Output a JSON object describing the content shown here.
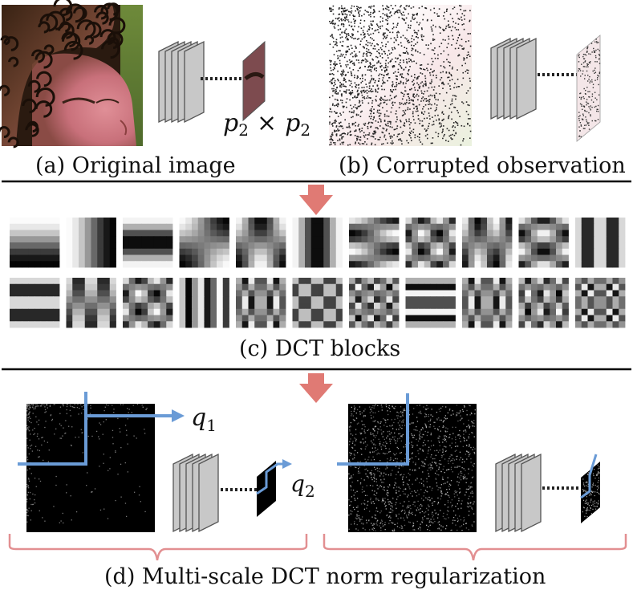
{
  "panels": {
    "a": {
      "caption": "(a) Original image",
      "patch_label": {
        "p": "p",
        "sub": "2",
        "times": "×"
      }
    },
    "b": {
      "caption": "(b)  Corrupted observation"
    },
    "c": {
      "caption": "(c) DCT blocks"
    },
    "d": {
      "caption": "(d) Multi-scale DCT norm regularization",
      "label_q1": {
        "q": "q",
        "sub": "1"
      },
      "label_q2": {
        "q": "q",
        "sub": "2"
      }
    }
  },
  "colors": {
    "arrow_down": "#e07a74",
    "blue_lines": "#6a9bd6",
    "brace": "#e28f91",
    "stack_fill": "#c8c8c8",
    "stack_stroke": "#555555",
    "divider": "#000000"
  },
  "dct_rows": [
    [
      [
        0,
        1
      ],
      [
        1,
        0
      ],
      [
        0,
        2
      ],
      [
        1,
        1
      ],
      [
        2,
        1
      ],
      [
        2,
        0
      ],
      [
        1,
        3
      ],
      [
        3,
        3
      ],
      [
        3,
        1
      ],
      [
        2,
        3
      ],
      [
        4,
        0
      ]
    ],
    [
      [
        0,
        4
      ],
      [
        4,
        1
      ],
      [
        3,
        3
      ],
      [
        5,
        0
      ],
      [
        6,
        2
      ],
      [
        4,
        4
      ],
      [
        5,
        5
      ],
      [
        0,
        6
      ],
      [
        6,
        2
      ],
      [
        5,
        3
      ],
      [
        6,
        6
      ]
    ]
  ]
}
